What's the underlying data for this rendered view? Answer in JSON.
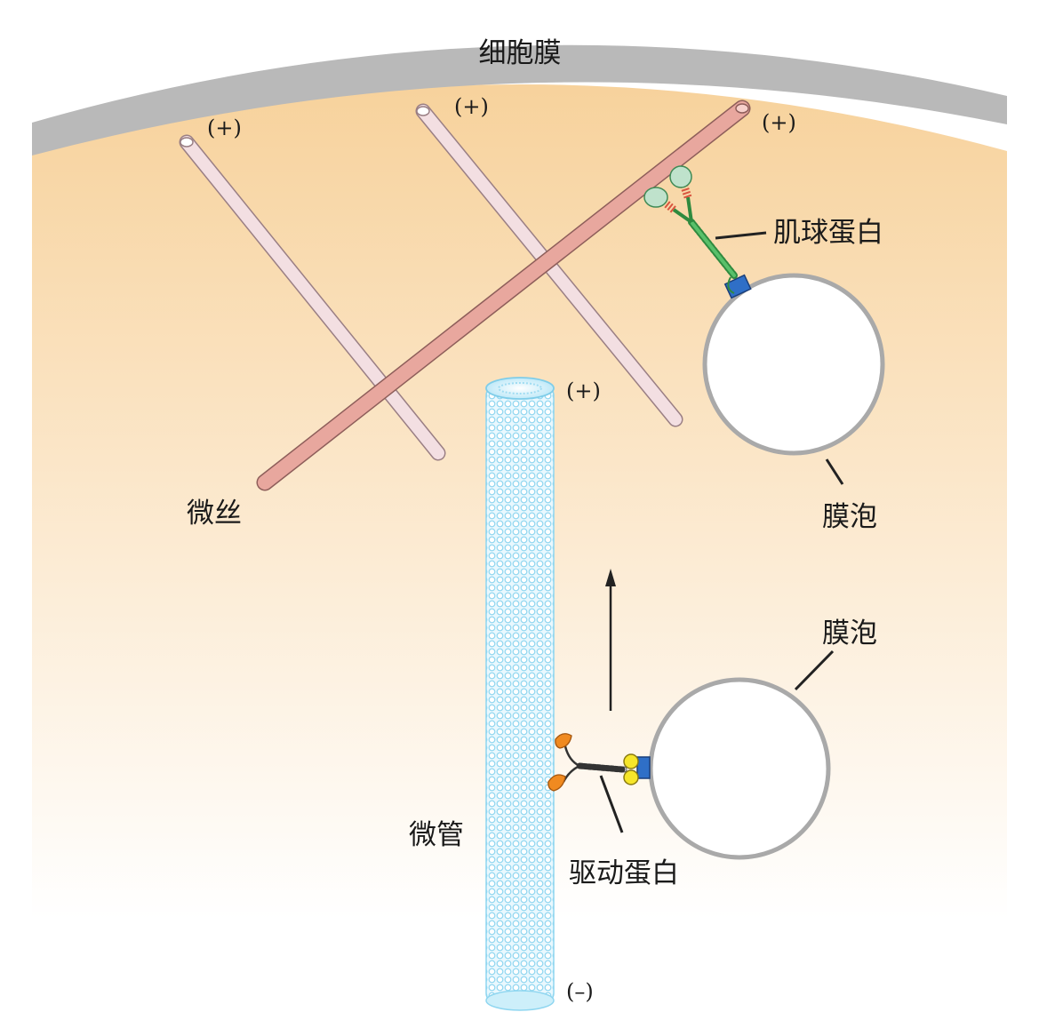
{
  "labels": {
    "membrane": "细胞膜",
    "myosin": "肌球蛋白",
    "vesicle_top": "膜泡",
    "vesicle_bottom": "膜泡",
    "microfilament": "微丝",
    "microtubule": "微管",
    "kinesin": "驱动蛋白"
  },
  "signs": {
    "plus_filament_left": "(+)",
    "plus_filament_middle": "(+)",
    "plus_filament_right": "(+)",
    "plus_microtubule": "(+)",
    "minus_microtubule": "(–)"
  },
  "colors": {
    "membrane": "#b8b8b8",
    "cytoplasm_top": "#f7d4a0",
    "cytoplasm_bottom": "#ffffff",
    "filament_light": "#f2dde0",
    "filament_dark": "#e5a29a",
    "microtubule": "#9fdcf2",
    "myosin_tail": "#3fa650",
    "myosin_head_green": "#bfe2cc",
    "myosin_neck_red": "#d9553f",
    "kinesin_head": "#f08a20",
    "kinesin_light_chain": "#f6e62a",
    "receptor_blue": "#2f6fc7",
    "vesicle_stroke": "#a9a9a9"
  }
}
